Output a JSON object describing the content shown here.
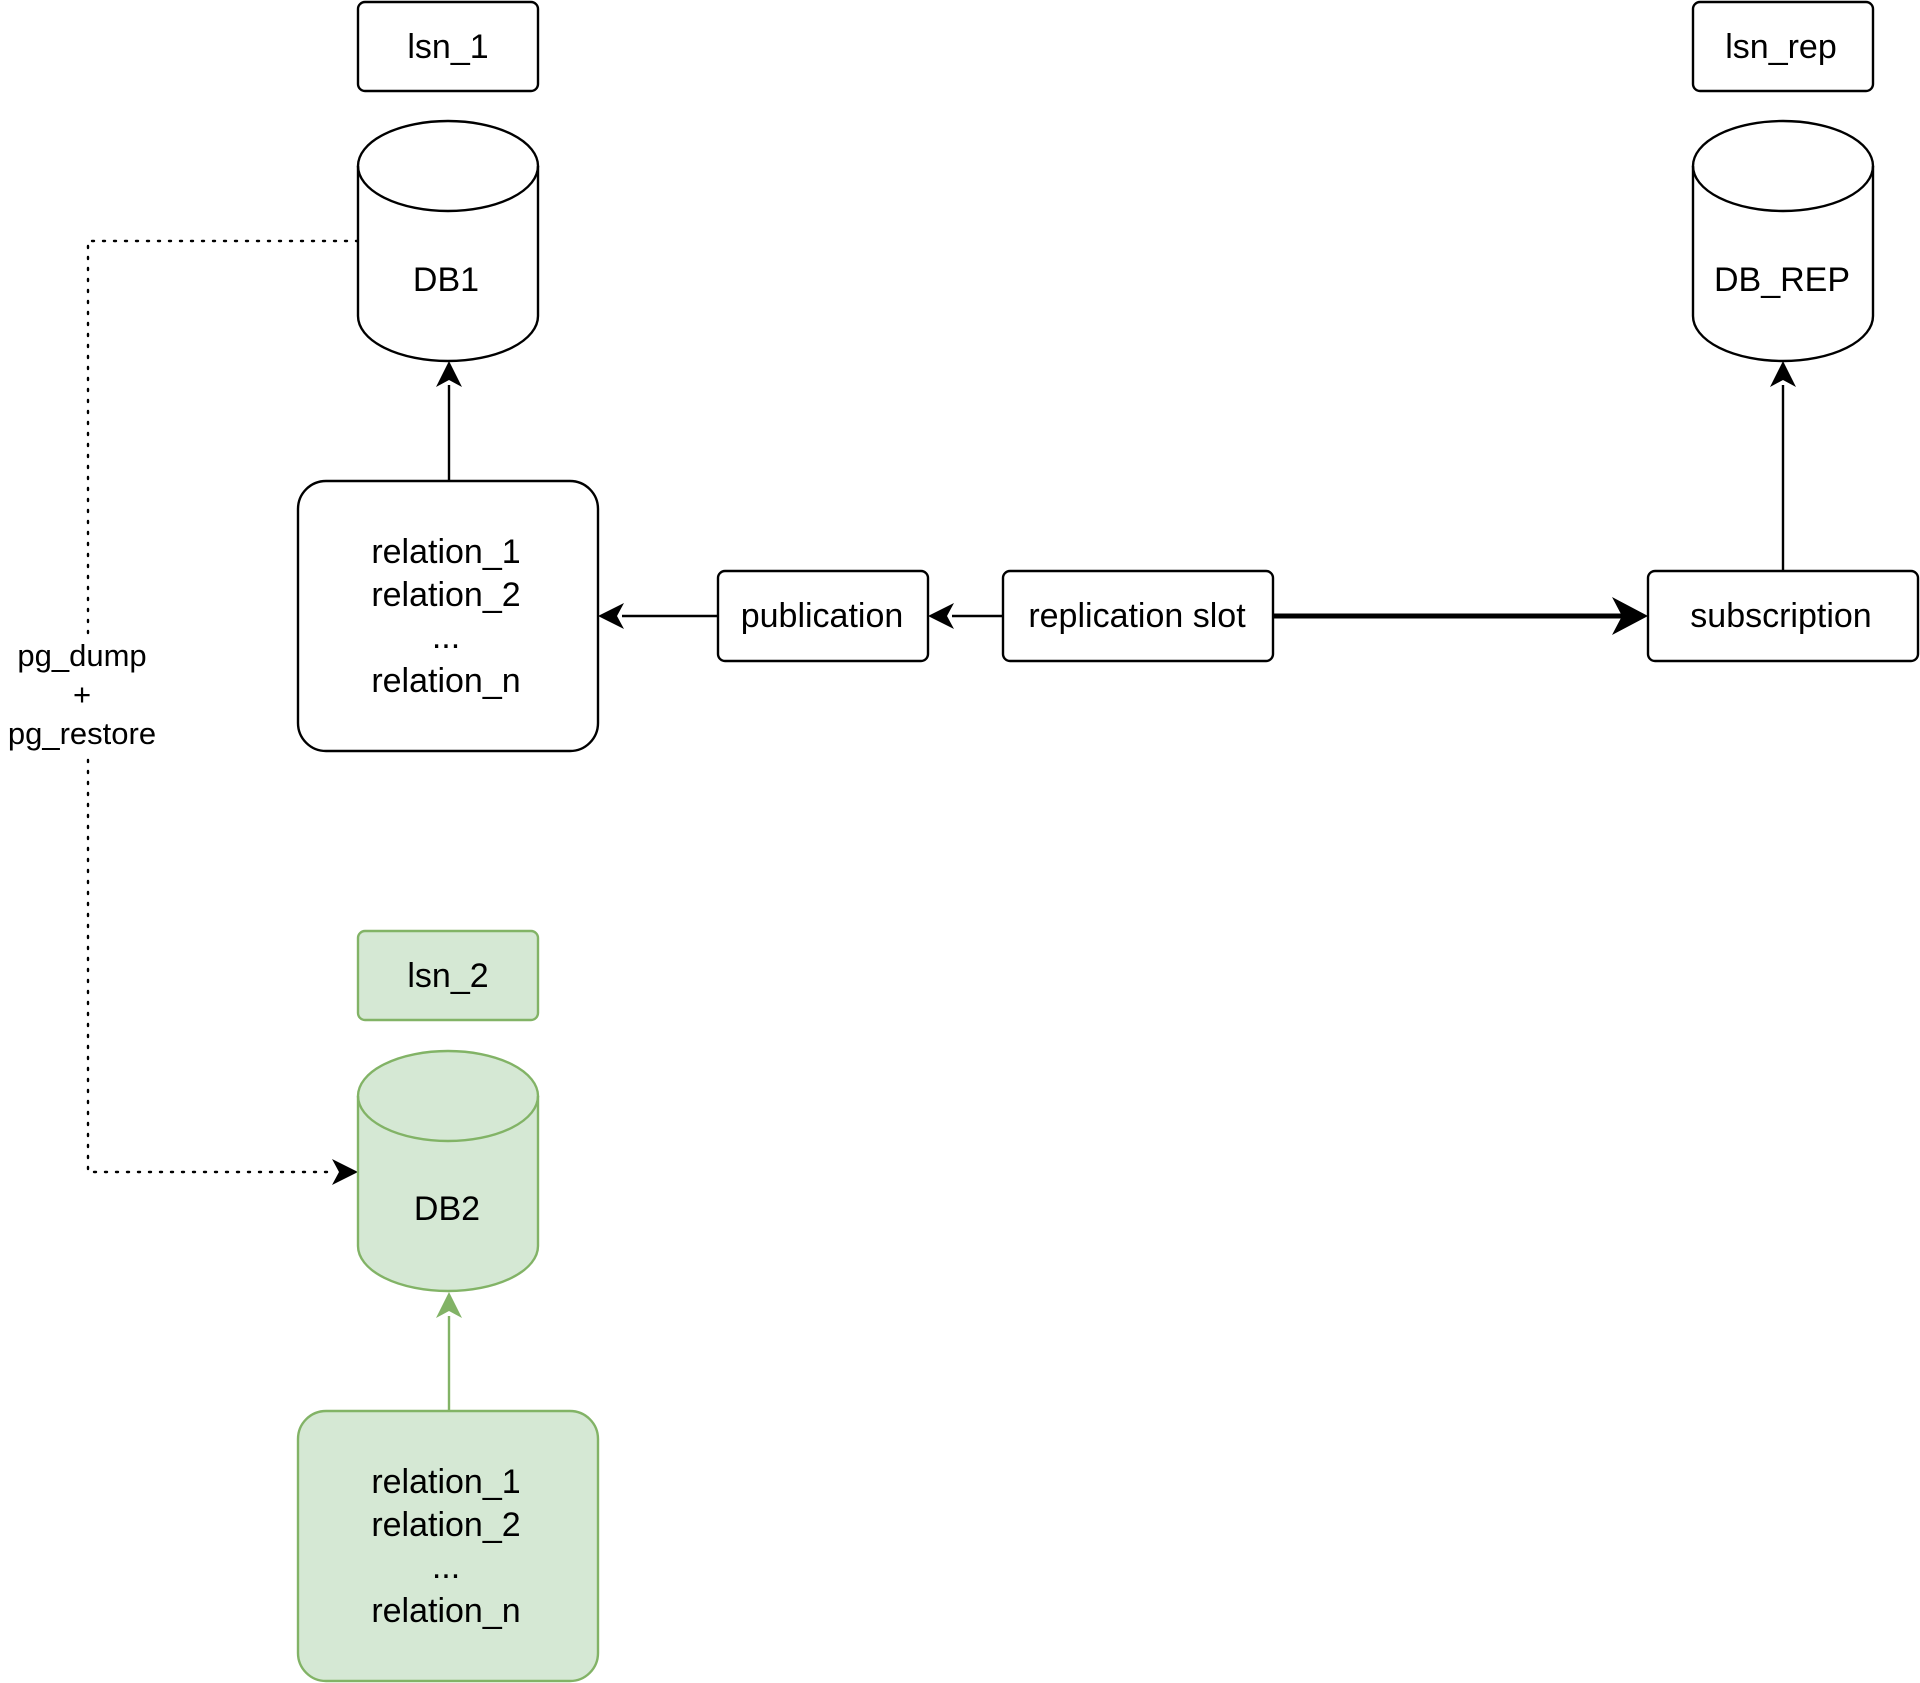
{
  "nodes": {
    "lsn_1": "lsn_1",
    "lsn_rep": "lsn_rep",
    "lsn_2": "lsn_2",
    "db1": "DB1",
    "db_rep": "DB_REP",
    "db2": "DB2",
    "relations_db1": [
      "relation_1",
      "relation_2",
      "...",
      "relation_n"
    ],
    "relations_db2": [
      "relation_1",
      "relation_2",
      "...",
      "relation_n"
    ],
    "publication": "publication",
    "replication_slot": "replication slot",
    "subscription": "subscription"
  },
  "edge_label": {
    "lines": [
      "pg_dump",
      "+",
      "pg_restore"
    ]
  },
  "colors": {
    "stroke": "#000000",
    "fill": "#ffffff",
    "green_fill": "#d5e8d4",
    "green_stroke": "#82b366"
  }
}
